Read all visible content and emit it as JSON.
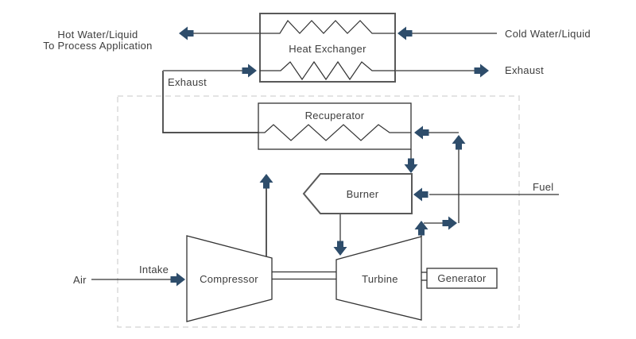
{
  "diagram": {
    "labels": {
      "hot_water_line1": "Hot Water/Liquid",
      "hot_water_line2": "To Process Application",
      "cold_water": "Cold Water/Liquid",
      "exhaust_top_right": "Exhaust",
      "exhaust_stack": "Exhaust",
      "heat_exchanger": "Heat Exchanger",
      "recuperator": "Recuperator",
      "burner": "Burner",
      "fuel": "Fuel",
      "air": "Air",
      "intake": "Intake",
      "compressor": "Compressor",
      "turbine": "Turbine",
      "generator": "Generator"
    },
    "colors": {
      "arrow": "#2e4d6b",
      "line_dark": "#3a3a3a",
      "line_gray": "#808080",
      "box_stroke": "#595959",
      "thin_stroke": "#333333",
      "dashed_border": "#dadada",
      "text": "#3d3d3d",
      "background": "#ffffff"
    }
  }
}
